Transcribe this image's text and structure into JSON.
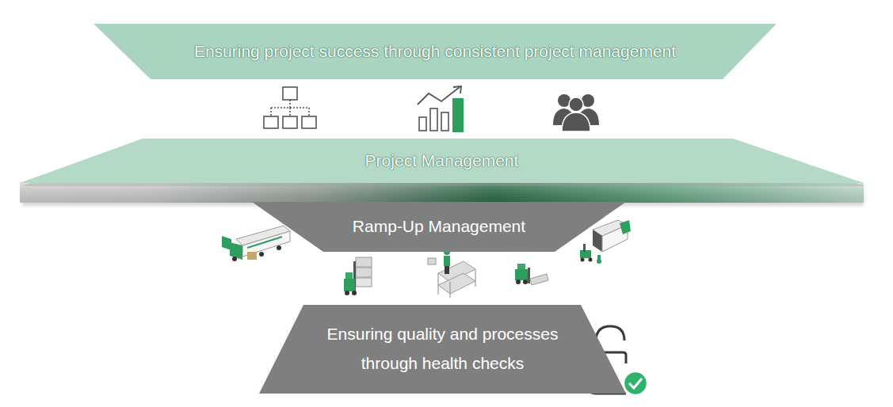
{
  "diagram": {
    "nodes": [
      {
        "text": [
          "Ensuring project success through consistent project management"
        ]
      },
      {
        "text": [
          "Project Management"
        ]
      },
      {
        "text": [
          "Ramp-Up Management"
        ]
      },
      {
        "text": [
          "Ensuring quality and processes through health checks"
        ]
      }
    ]
  }
}
